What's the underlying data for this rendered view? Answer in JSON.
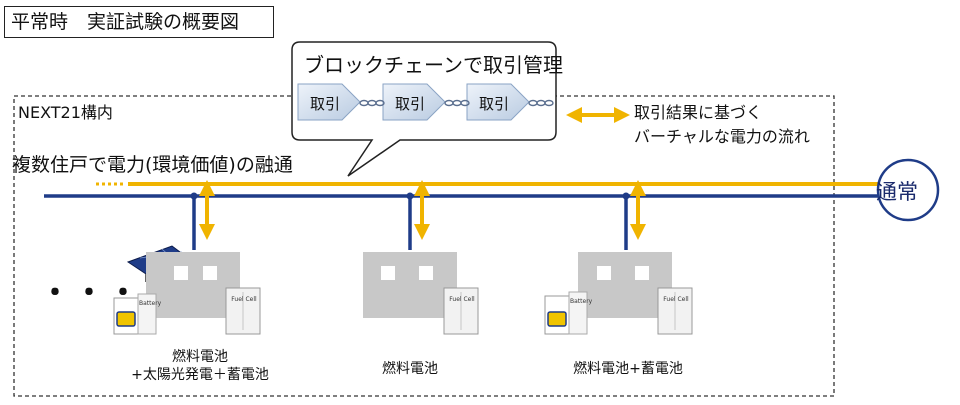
{
  "header": {
    "title": "平常時　実証試験の概要図"
  },
  "area": {
    "label": "NEXT21構内"
  },
  "flow": {
    "label": "複数住戸で電力(環境価値)の融通"
  },
  "blockchain": {
    "title": "ブロックチェーンで取引管理",
    "blocks": [
      "取引",
      "取引",
      "取引"
    ]
  },
  "legend": {
    "line1": "取引結果に基づく",
    "line2": "バーチャルな電力の流れ"
  },
  "grid": {
    "label": "通常"
  },
  "houses": [
    {
      "line1": "燃料電池",
      "line2": "+太陽光発電＋蓄電池"
    },
    {
      "line1": "燃料電池",
      "line2": ""
    },
    {
      "line1": "燃料電池+蓄電池",
      "line2": ""
    }
  ],
  "device_labels": {
    "fuel_cell": "Fuel Cell",
    "battery": "Battery"
  },
  "colors": {
    "power_line": "#1f3c88",
    "virtual_flow": "#f0b400",
    "house": "#c8c8c8",
    "block": "#d6e2f0"
  },
  "ellipsis": "・・・"
}
